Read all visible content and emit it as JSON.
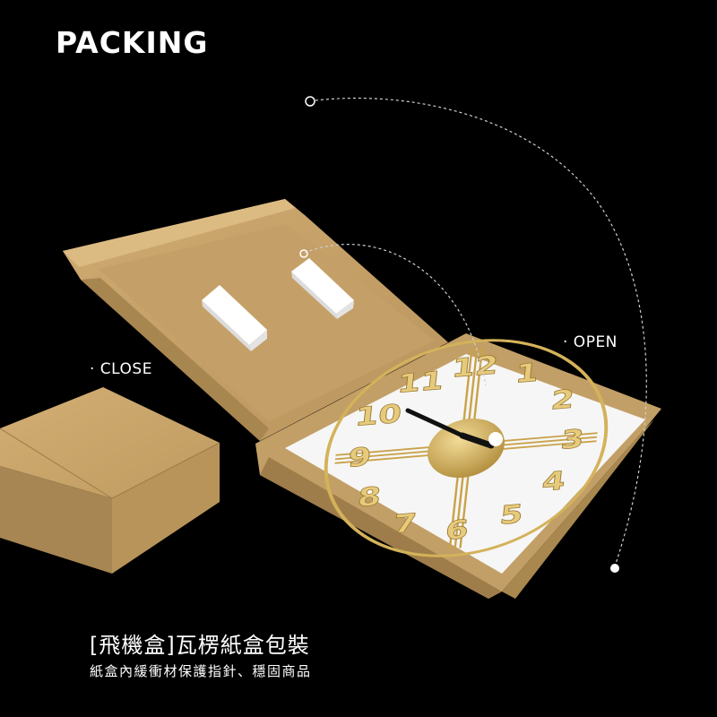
{
  "header": {
    "title": "PACKING"
  },
  "labels": {
    "close": "· CLOSE",
    "open": "· OPEN"
  },
  "footer": {
    "headline": "[飛機盒]瓦楞紙盒包裝",
    "subline": "紙盒內緩衝材保護指針、穩固商品"
  },
  "clock": {
    "numerals": [
      "12",
      "1",
      "2",
      "3",
      "4",
      "5",
      "6",
      "7",
      "8",
      "9",
      "10",
      "11"
    ]
  },
  "colors": {
    "background": "#000000",
    "cardboard": "#c9a56c",
    "cardboard_dark": "#a88650",
    "gold": "#d4b25a",
    "foam": "#ffffff"
  }
}
